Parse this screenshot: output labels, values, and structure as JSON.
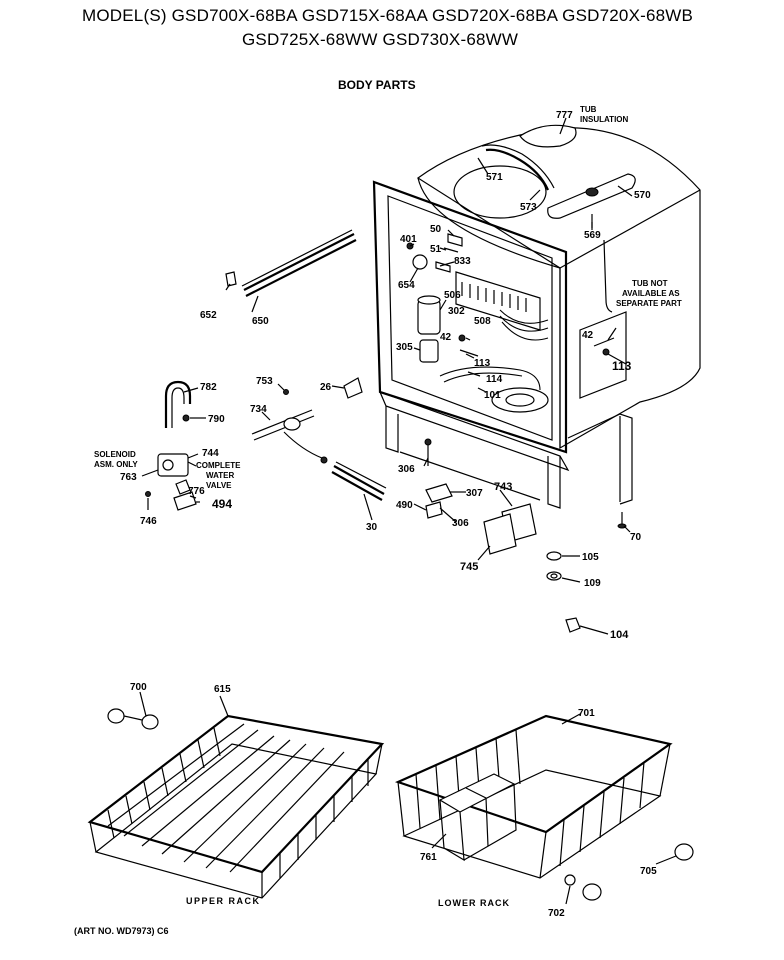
{
  "header": {
    "models_line1": "MODEL(S) GSD700X-68BA  GSD715X-68AA  GSD720X-68BA  GSD720X-68WB",
    "models_line2": "GSD725X-68WW  GSD730X-68WW",
    "section_title": "BODY PARTS"
  },
  "notes": {
    "tub_insulation": [
      "TUB",
      "INSULATION"
    ],
    "tub_not_available": [
      "TUB NOT",
      "AVAILABLE AS",
      "SEPARATE PART"
    ],
    "solenoid": [
      "SOLENOID",
      "ASM. ONLY"
    ],
    "complete_water_valve": [
      "COMPLETE",
      "WATER",
      "VALVE"
    ]
  },
  "part_numbers": {
    "p777": "777",
    "p571": "571",
    "p573": "573",
    "p570": "570",
    "p569": "569",
    "p50": "50",
    "p51": "51",
    "p401": "401",
    "p833": "833",
    "p654": "654",
    "p506": "506",
    "p508": "508",
    "p302": "302",
    "p42a": "42",
    "p42b": "42",
    "p305": "305",
    "p113a": "113",
    "p113b": "113",
    "p114": "114",
    "p101": "101",
    "p652": "652",
    "p650": "650",
    "p782": "782",
    "p790": "790",
    "p753": "753",
    "p734": "734",
    "p26": "26",
    "p744": "744",
    "p763": "763",
    "p776": "776",
    "p746": "746",
    "p494": "494",
    "p306a": "306",
    "p307": "307",
    "p306b": "306",
    "p490": "490",
    "p30": "30",
    "p743": "743",
    "p745": "745",
    "p70": "70",
    "p105": "105",
    "p109": "109",
    "p104": "104",
    "p700": "700",
    "p615": "615",
    "p701": "701",
    "p761": "761",
    "p705": "705",
    "p702": "702"
  },
  "rack_labels": {
    "upper": "UPPER RACK",
    "lower": "LOWER RACK"
  },
  "footer": {
    "art_no": "(ART NO. WD7973) C6"
  }
}
